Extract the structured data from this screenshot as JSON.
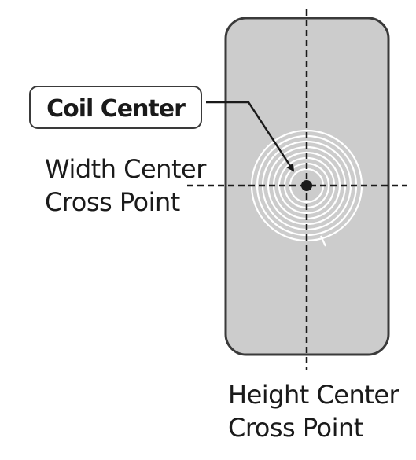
{
  "labels": {
    "coil_center": "Coil Center",
    "width_center_line1": "Width Center",
    "width_center_line2": "Cross Point",
    "height_center_line1": "Height Center",
    "height_center_line2": "Cross Point"
  },
  "colors": {
    "device_fill": "#cccccc",
    "device_stroke": "#3a3a3a",
    "coil_stroke": "#ffffff",
    "guide_line": "#1a1a1a",
    "label_box_stroke": "#3a3a3a"
  }
}
